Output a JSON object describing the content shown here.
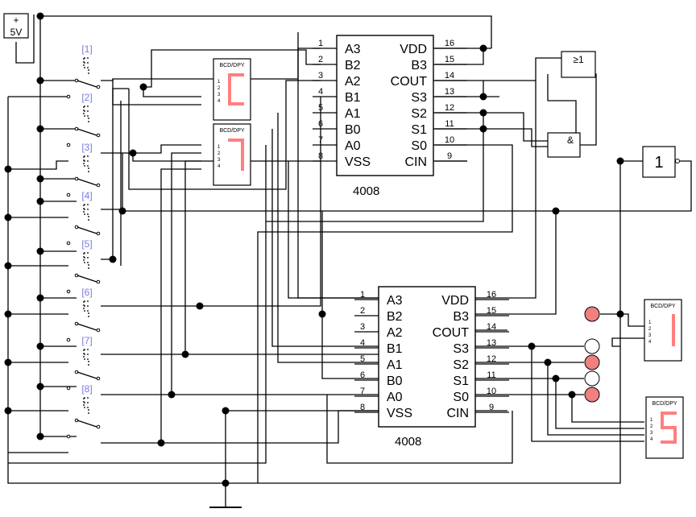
{
  "power": {
    "plus": "+",
    "voltage": "5V"
  },
  "switches": [
    "[1]",
    "[2]",
    "[3]",
    "[4]",
    "[5]",
    "[6]",
    "[7]",
    "[8]"
  ],
  "chips": [
    {
      "name": "4008",
      "left_pins": [
        {
          "num": "1",
          "label": "A3"
        },
        {
          "num": "2",
          "label": "B2"
        },
        {
          "num": "3",
          "label": "A2"
        },
        {
          "num": "4",
          "label": "B1"
        },
        {
          "num": "5",
          "label": "A1"
        },
        {
          "num": "6",
          "label": "B0"
        },
        {
          "num": "7",
          "label": "A0"
        },
        {
          "num": "8",
          "label": "VSS"
        }
      ],
      "right_pins": [
        {
          "num": "16",
          "label": "VDD"
        },
        {
          "num": "15",
          "label": "B3"
        },
        {
          "num": "14",
          "label": "COUT"
        },
        {
          "num": "13",
          "label": "S3"
        },
        {
          "num": "12",
          "label": "S2"
        },
        {
          "num": "11",
          "label": "S1"
        },
        {
          "num": "10",
          "label": "S0"
        },
        {
          "num": "9",
          "label": "CIN"
        }
      ]
    },
    {
      "name": "4008",
      "left_pins": [
        {
          "num": "1",
          "label": "A3"
        },
        {
          "num": "2",
          "label": "B2"
        },
        {
          "num": "3",
          "label": "A2"
        },
        {
          "num": "4",
          "label": "B1"
        },
        {
          "num": "5",
          "label": "A1"
        },
        {
          "num": "6",
          "label": "B0"
        },
        {
          "num": "7",
          "label": "A0"
        },
        {
          "num": "8",
          "label": "VSS"
        }
      ],
      "right_pins": [
        {
          "num": "16",
          "label": "VDD"
        },
        {
          "num": "15",
          "label": "B3"
        },
        {
          "num": "14",
          "label": "COUT"
        },
        {
          "num": "13",
          "label": "S3"
        },
        {
          "num": "12",
          "label": "S2"
        },
        {
          "num": "11",
          "label": "S1"
        },
        {
          "num": "10",
          "label": "S0"
        },
        {
          "num": "9",
          "label": "CIN"
        }
      ]
    }
  ],
  "displays": [
    {
      "title": "BCD/DPY",
      "pins": [
        "1",
        "2",
        "3",
        "4"
      ],
      "digit": "C"
    },
    {
      "title": "BCD/DPY",
      "pins": [
        "1",
        "2",
        "3",
        "4"
      ],
      "digit": "7"
    },
    {
      "title": "BCD/DPY",
      "pins": [
        "1",
        "2",
        "3",
        "4"
      ],
      "digit": "1"
    },
    {
      "title": "BCD/DPY",
      "pins": [
        "1",
        "2",
        "3",
        "4"
      ],
      "digit": "5"
    }
  ],
  "gates": {
    "or": "≥1",
    "and": "&",
    "buffer": "1"
  },
  "leds": [
    {
      "state": "on"
    },
    {
      "state": "off"
    },
    {
      "state": "on"
    },
    {
      "state": "off"
    },
    {
      "state": "on"
    }
  ],
  "colors": {
    "led_on": "#f08080",
    "led_off": "#ffffff",
    "segment": "#ff7f7f",
    "switch_label": "#7b7be0"
  }
}
